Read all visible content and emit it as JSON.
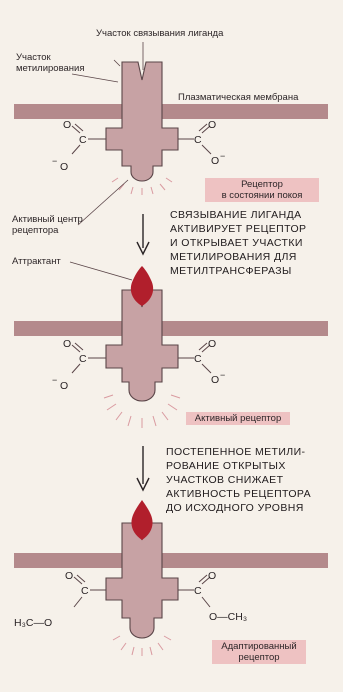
{
  "labels": {
    "binding_site": "Участок связывания лиганда",
    "methylation_site": [
      "Участок",
      "метилирования"
    ],
    "plasma_membrane": "Плазматическая мембрана",
    "resting_receptor": [
      "Рецептор",
      "в состоянии покоя"
    ],
    "active_center": [
      "Активный центр",
      "рецептора"
    ],
    "attractant": "Аттрактант",
    "active_receptor": "Активный рецептор",
    "adapted_receptor": [
      "Адаптированный",
      "рецептор"
    ]
  },
  "captions": {
    "step1": [
      "СВЯЗЫВАНИЕ ЛИГАНДА",
      "АКТИВИРУЕТ РЕЦЕПТОР",
      "И ОТКРЫВАЕТ УЧАСТКИ",
      "МЕТИЛИРОВАНИЯ ДЛЯ",
      "МЕТИЛТРАНСФЕРАЗЫ"
    ],
    "step2": [
      "ПОСТЕПЕННОЕ МЕТИЛИ-",
      "РОВАНИЕ ОТКРЫТЫХ",
      "УЧАСТКОВ СНИЖАЕТ",
      "АКТИВНОСТЬ РЕЦЕПТОРА",
      "ДО ИСХОДНОГО УРОВНЯ"
    ]
  },
  "chem": {
    "o": "O",
    "c": "C",
    "o_minus": "O",
    "minus": "−",
    "methyl_left": "H₃C—O",
    "methyl_right": "O—CH₃"
  },
  "colors": {
    "membrane": "#b48a8c",
    "receptor": "#c7a2a4",
    "outline": "#5a4548",
    "ligand": "#b11f2c",
    "tag_bg": "#eec2c2",
    "glow": "#d99aa0"
  }
}
